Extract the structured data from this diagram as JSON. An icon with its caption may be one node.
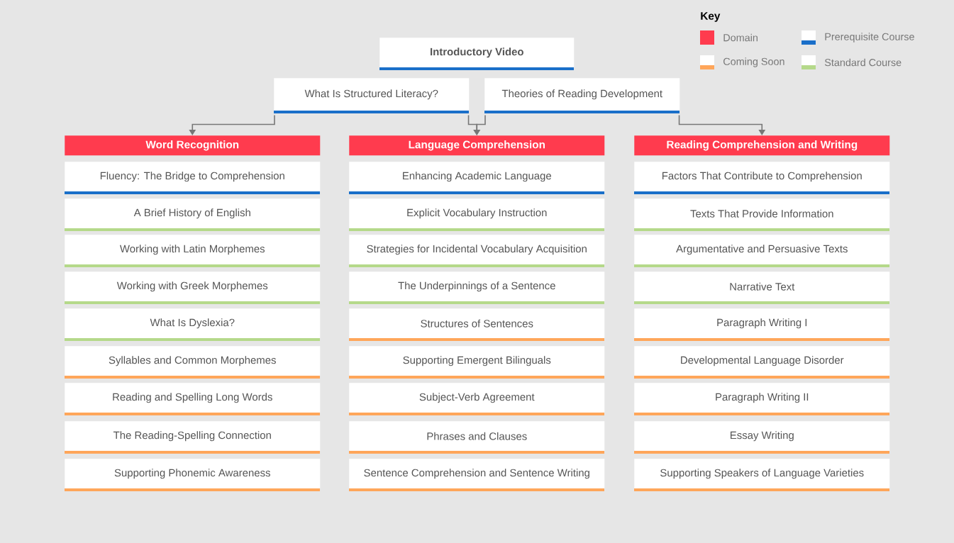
{
  "diagram": {
    "nodes": [
      {
        "text": [
          "Introductory Video"
        ]
      },
      {
        "text": [
          "What Is Structured Literacy?"
        ]
      },
      {
        "text": [
          "Theories of Reading Development"
        ]
      },
      {
        "text": [
          "Word Recognition"
        ]
      },
      {
        "text": [
          "Fluency: The Bridge to Comprehension"
        ]
      },
      {
        "text": [
          "A Brief History of English"
        ]
      },
      {
        "text": [
          "Working with Latin Morphemes"
        ]
      },
      {
        "text": [
          "Working with Greek Morphemes"
        ]
      },
      {
        "text": [
          "What Is Dyslexia?"
        ]
      },
      {
        "text": [
          "Syllables and Common Morphemes"
        ]
      },
      {
        "text": [
          "Reading and Spelling Long Words"
        ]
      },
      {
        "text": [
          "The Reading-Spelling Connection"
        ]
      },
      {
        "text": [
          "Supporting Phonemic Awareness"
        ]
      },
      {
        "text": [
          "Language Comprehension"
        ]
      },
      {
        "text": [
          "Enhancing Academic Language"
        ]
      },
      {
        "text": [
          "Explicit Vocabulary Instruction"
        ]
      },
      {
        "text": [
          "Strategies for Incidental Vocabulary Acquisition"
        ]
      },
      {
        "text": [
          "The Underpinnings of a Sentence"
        ]
      },
      {
        "text": [
          "Structures of Sentences"
        ]
      },
      {
        "text": [
          "Supporting Emergent Bilinguals"
        ]
      },
      {
        "text": [
          "Subject-Verb Agreement"
        ]
      },
      {
        "text": [
          "Phrases and Clauses"
        ]
      },
      {
        "text": [
          "Sentence Comprehension and Sentence Writing"
        ]
      },
      {
        "text": [
          "Reading Comprehension and Writing"
        ]
      },
      {
        "text": [
          "Factors That Contribute to Comprehension"
        ]
      },
      {
        "text": [
          "Texts That Provide Information"
        ]
      },
      {
        "text": [
          "Argumentative and Persuasive Texts"
        ]
      },
      {
        "text": [
          "Narrative Text"
        ]
      },
      {
        "text": [
          "Paragraph Writing I"
        ]
      },
      {
        "text": [
          "Developmental Language Disorder"
        ]
      },
      {
        "text": [
          "Paragraph Writing II"
        ]
      },
      {
        "text": [
          "Essay Writing"
        ]
      },
      {
        "text": [
          "Supporting Speakers of Language Varieties"
        ]
      }
    ],
    "edges": [
      {
        "from": 1,
        "to": 3,
        "arrow": "to"
      },
      {
        "from": 1,
        "to": 13,
        "arrow": "to"
      },
      {
        "from": 2,
        "to": 13,
        "arrow": "to"
      },
      {
        "from": 2,
        "to": 23,
        "arrow": "to"
      }
    ],
    "labels": [
      "Key"
    ],
    "legend": [
      {
        "text": "Domain",
        "color": "#ff3b4e"
      },
      {
        "text": "Prerequisite Course",
        "color": "#1a6fc9"
      },
      {
        "text": "Coming Soon",
        "color": "#ffa65a"
      },
      {
        "text": "Standard Course",
        "color": "#b5d98a"
      }
    ]
  }
}
